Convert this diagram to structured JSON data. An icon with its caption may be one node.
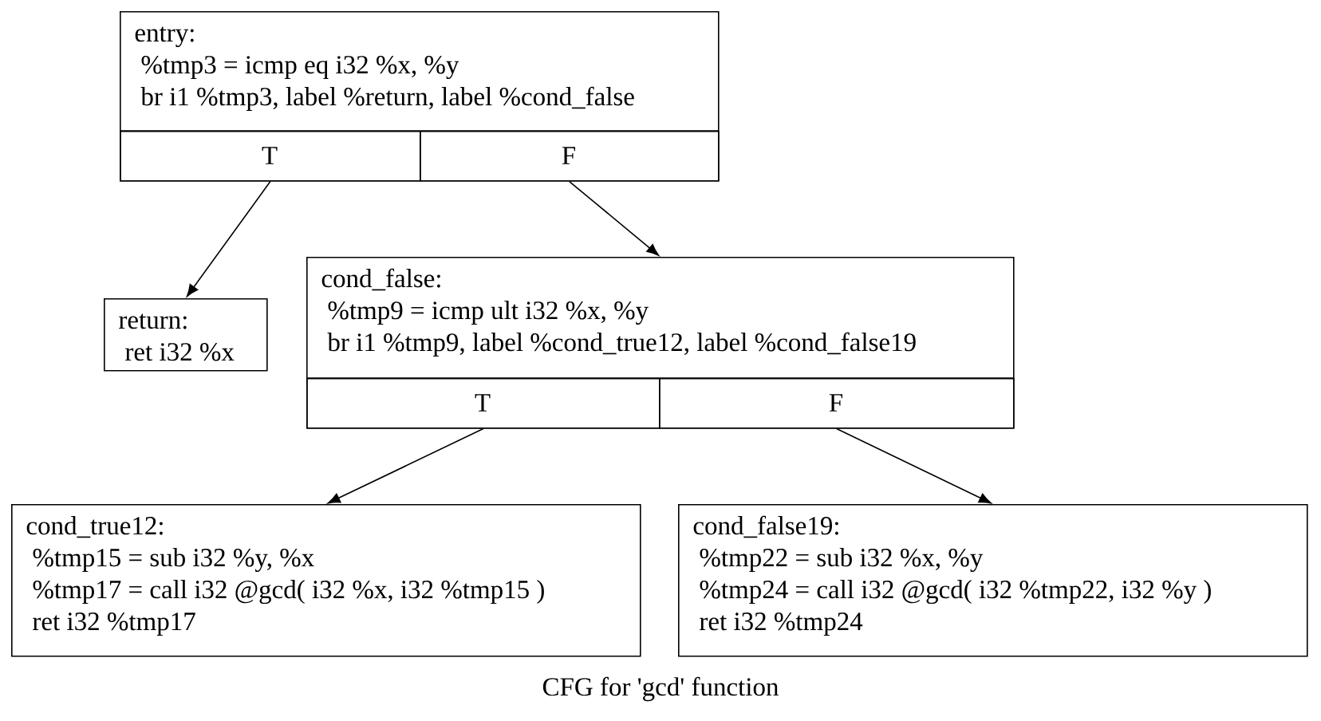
{
  "diagram": {
    "caption": "CFG for 'gcd' function",
    "nodes": [
      {
        "text": [
          "entry:",
          "%tmp3 = icmp eq i32 %x, %y",
          "br i1 %tmp3, label %return, label %cond_false"
        ]
      },
      {
        "text": [
          "T"
        ],
        "in": 0
      },
      {
        "text": [
          "F"
        ],
        "in": 0
      },
      {
        "text": [
          "return:",
          "ret i32 %x"
        ]
      },
      {
        "text": [
          "cond_false:",
          "%tmp9 = icmp ult i32 %x, %y",
          "br i1 %tmp9, label %cond_true12, label %cond_false19"
        ]
      },
      {
        "text": [
          "T"
        ],
        "in": 4
      },
      {
        "text": [
          "F"
        ],
        "in": 4
      },
      {
        "text": [
          "cond_true12:",
          "%tmp15 = sub i32 %y, %x",
          "%tmp17 = call i32 @gcd( i32 %x, i32 %tmp15 )",
          "ret i32 %tmp17"
        ]
      },
      {
        "text": [
          "cond_false19:",
          "%tmp22 = sub i32 %x, %y",
          "%tmp24 = call i32 @gcd( i32 %tmp22, i32 %y )",
          "ret i32 %tmp24"
        ]
      }
    ],
    "edges": [
      {
        "from": 1,
        "to": 3,
        "arrow": "to"
      },
      {
        "from": 2,
        "to": 4,
        "arrow": "to"
      },
      {
        "from": 5,
        "to": 7,
        "arrow": "to"
      },
      {
        "from": 6,
        "to": 8,
        "arrow": "to"
      }
    ]
  }
}
